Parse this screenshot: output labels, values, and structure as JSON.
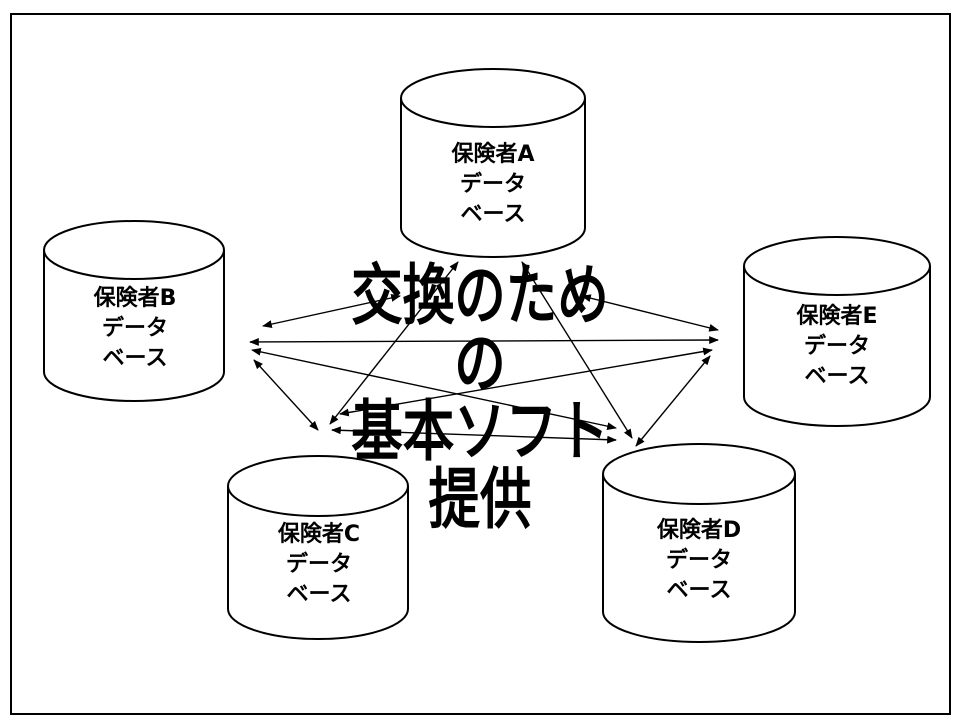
{
  "databases": [
    {
      "id": "A",
      "lines": [
        "保険者A",
        "データ",
        "ベース"
      ]
    },
    {
      "id": "B",
      "lines": [
        "保険者B",
        "データ",
        "ベース"
      ]
    },
    {
      "id": "E",
      "lines": [
        "保険者E",
        "データ",
        "ベース"
      ]
    },
    {
      "id": "C",
      "lines": [
        "保険者C",
        "データ",
        "ベース"
      ]
    },
    {
      "id": "D",
      "lines": [
        "保険者D",
        "データ",
        "ベース"
      ]
    }
  ],
  "center_text": [
    "交換のための",
    "基本ソフト",
    "提供"
  ]
}
